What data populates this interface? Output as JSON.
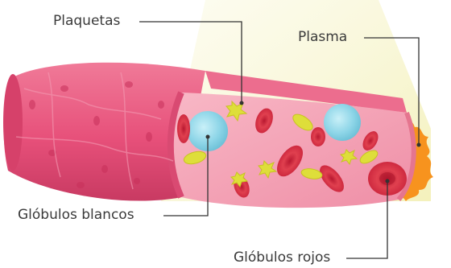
{
  "labels": {
    "platelets": "Plaquetas",
    "plasma": "Plasma",
    "white_cells": "Glóbulos blancos",
    "red_cells": "Glóbulos rojos"
  },
  "colors": {
    "vessel_wall": "#e9557c",
    "vessel_interior": "#f4a0b4",
    "red_cell": "#d8243e",
    "white_cell": "#8fd6e8",
    "platelet": "#dede3a",
    "plasma_splash": "#f7931e",
    "light_beam": "#f7f6c8",
    "leader_line": "#333333"
  }
}
